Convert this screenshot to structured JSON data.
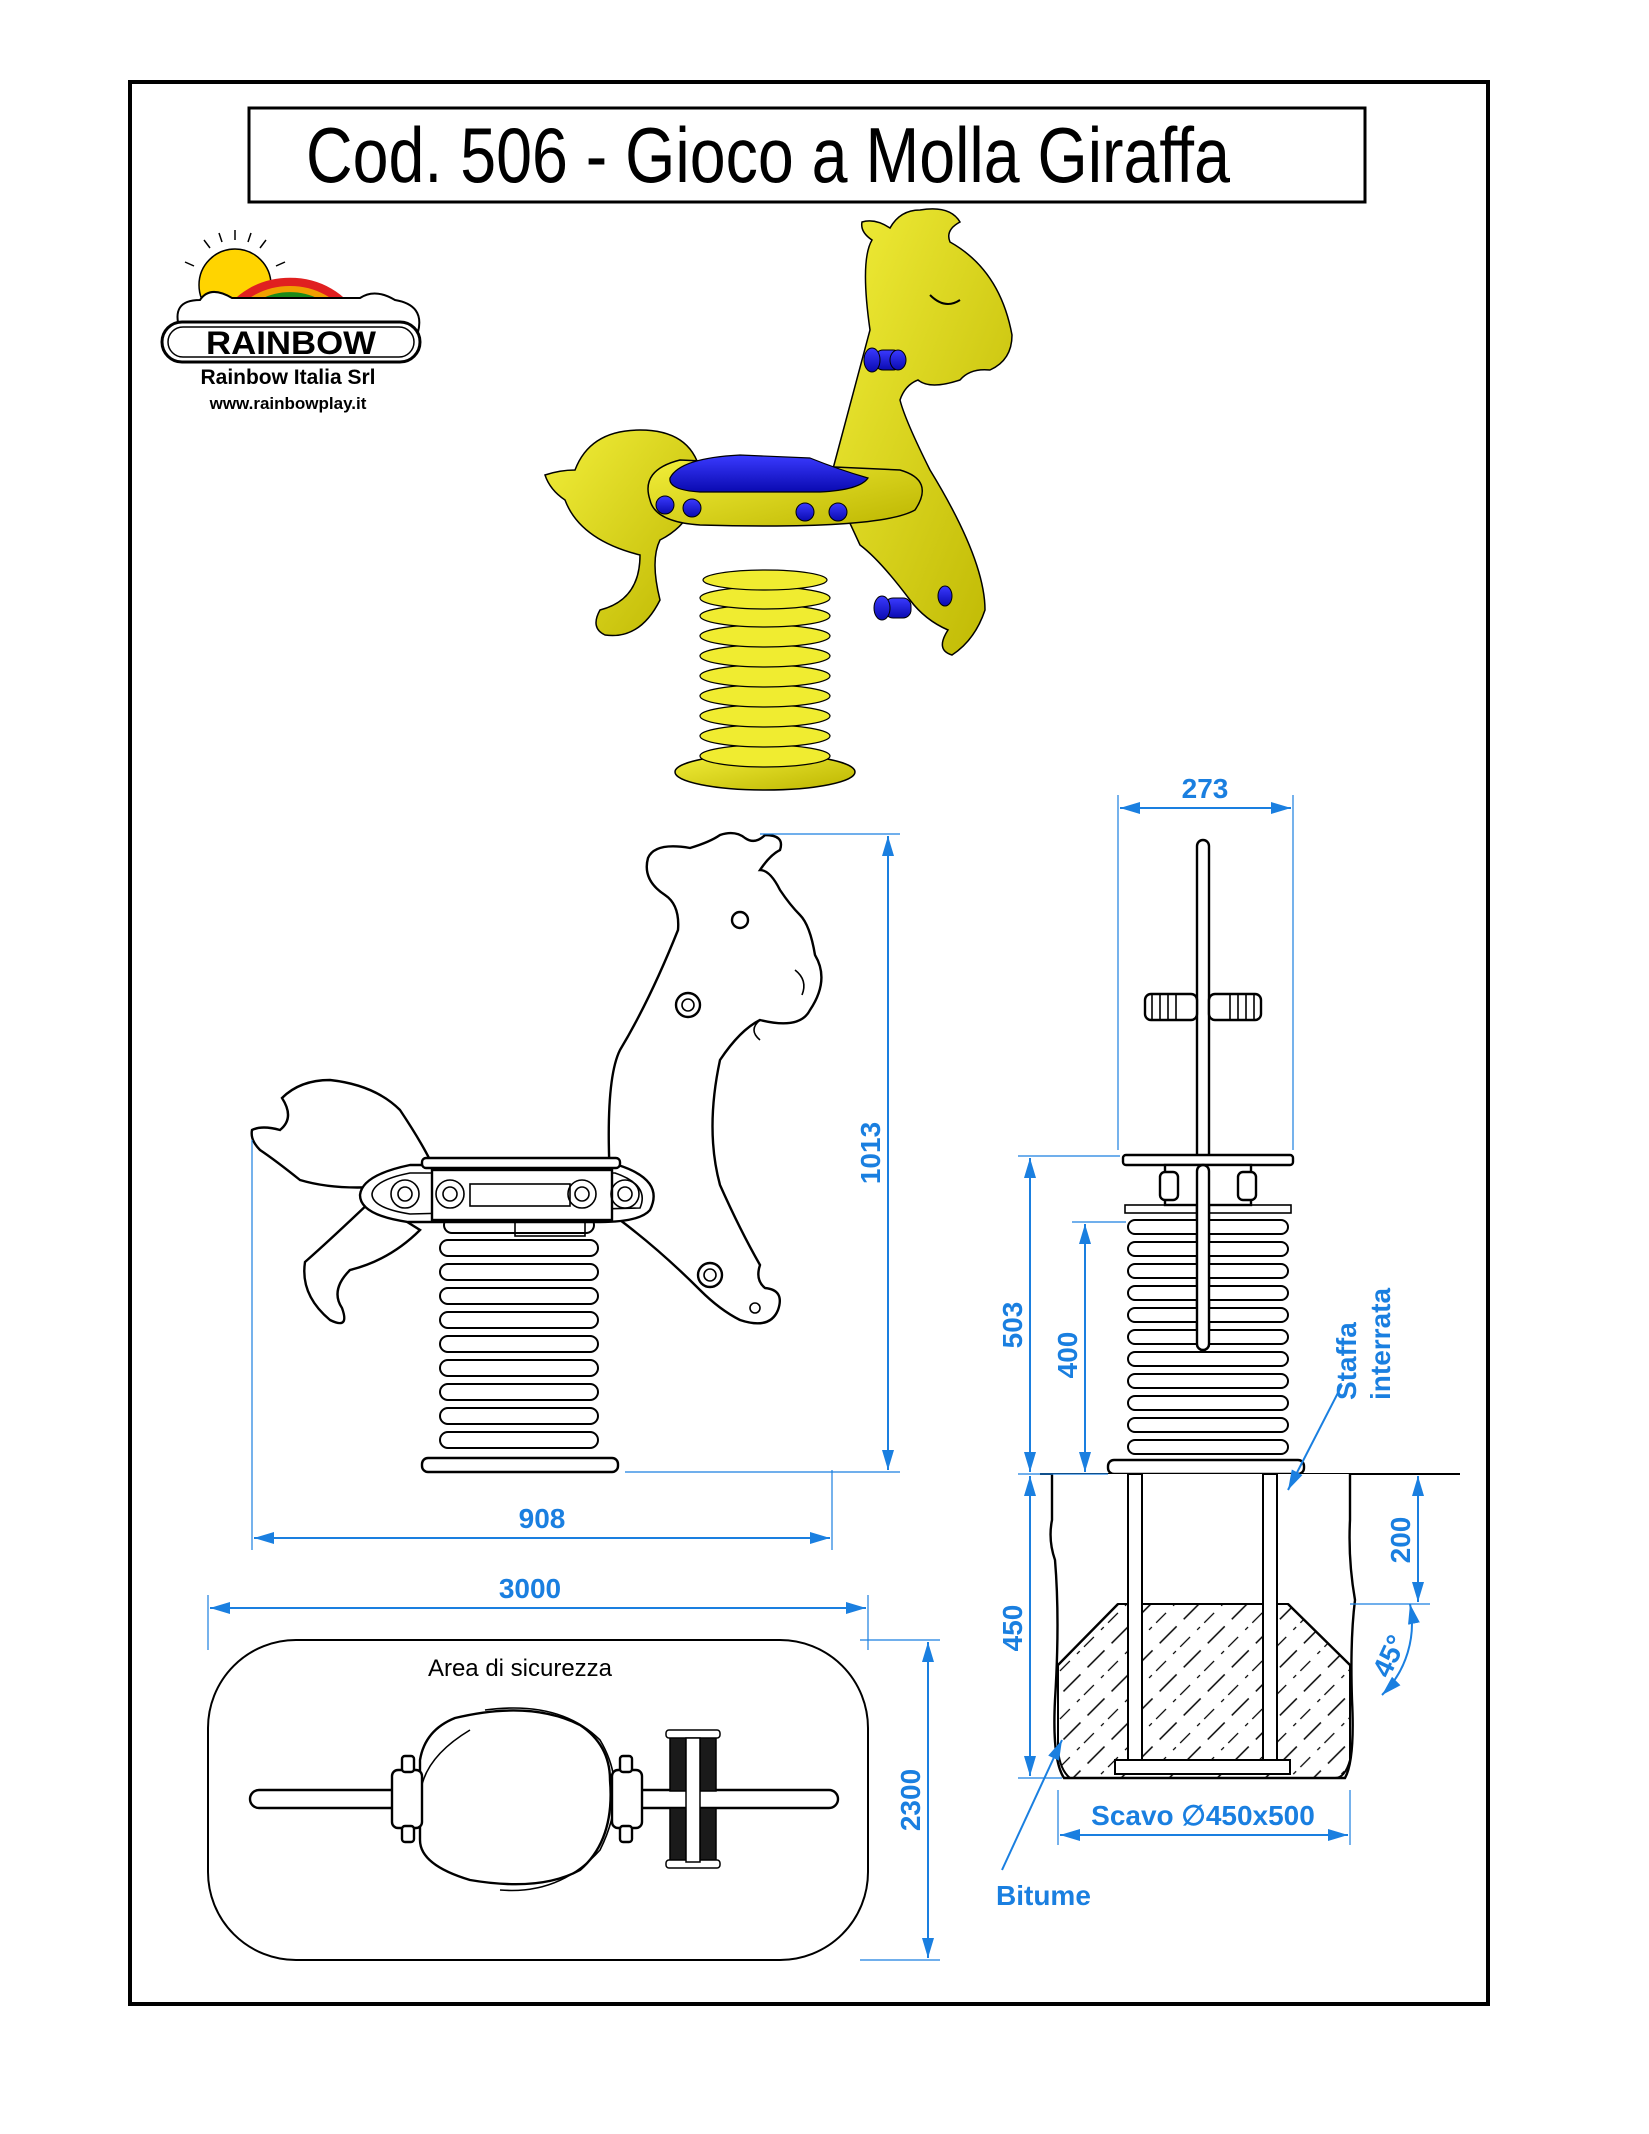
{
  "title": "Cod. 506 - Gioco a Molla Giraffa",
  "logo": {
    "brand": "RAINBOW",
    "company": "Rainbow Italia Srl",
    "website": "www.rainbowplay.it"
  },
  "dimensions": {
    "side_height": "1013",
    "side_width": "908",
    "front_width": "273",
    "front_total": "503",
    "spring_height": "400",
    "foundation_depth": "450",
    "foundation_top": "200",
    "angle": "45°",
    "area_width": "3000",
    "area_depth": "2300"
  },
  "labels": {
    "safety_area": "Area di sicurezza",
    "buried_bracket_line1": "Staffa",
    "buried_bracket_line2": "interrata",
    "excavation": "Scavo ∅450x500",
    "bitumen": "Bitume"
  },
  "colors": {
    "dimension": "#1a7fe0",
    "body_yellow": "#e8e000",
    "seat_blue": "#1a1ae0",
    "outline": "#000000"
  }
}
